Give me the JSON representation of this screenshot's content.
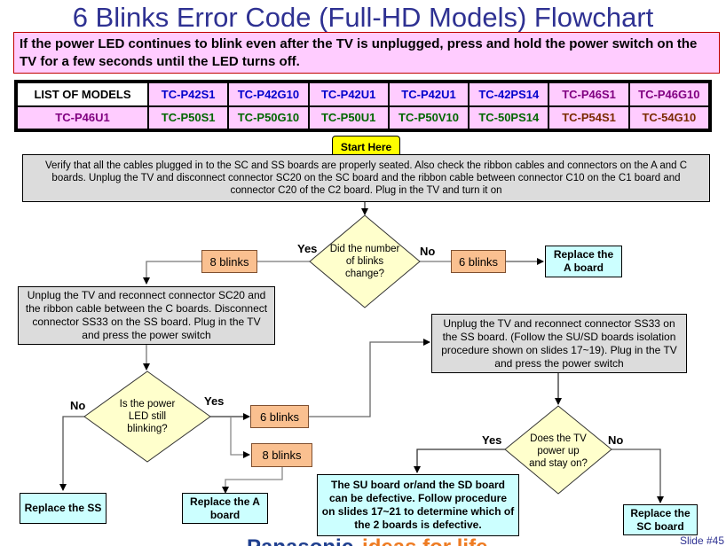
{
  "title": "6 Blinks Error Code (Full-HD Models) Flowchart",
  "note": "If the power LED continues to blink even after the TV is unplugged, press and hold the power switch on the TV for a few seconds until the LED turns off.",
  "models": {
    "header": "LIST OF MODELS",
    "row1": [
      "TC-P42S1",
      "TC-P42G10",
      "TC-P42U1",
      "TC-P42U1",
      "TC-42PS14",
      "TC-P46S1",
      "TC-P46G10"
    ],
    "row2": [
      "TC-P46U1",
      "TC-P50S1",
      "TC-P50G10",
      "TC-P50U1",
      "TC-P50V10",
      "TC-50PS14",
      "TC-P54S1",
      "TC-54G10"
    ]
  },
  "flow": {
    "start": "Start Here",
    "step1": "Verify that all the cables plugged in to the SC and SS boards are properly seated. Also check the ribbon cables and connectors on the A and C boards. Unplug the TV and disconnect connector SC20 on the SC board and the ribbon cable between connector C10 on the C1 board and connector C20 of the C2 board. Plug in the TV and turn it on",
    "decision1": "Did the number of blinks change?",
    "d1_yes": "Yes",
    "d1_no": "No",
    "d1_yes_result": "8 blinks",
    "d1_no_result": "6 blinks",
    "replace_a_1": "Replace the A board",
    "step2": "Unplug the TV and reconnect connector SC20 and the ribbon cable between the C boards. Disconnect connector SS33 on the SS board. Plug in the TV and press the power switch",
    "decision2": "Is the power LED still blinking?",
    "d2_yes": "Yes",
    "d2_no": "No",
    "d2_result_6": "6 blinks",
    "d2_result_8": "8 blinks",
    "replace_ss": "Replace the SS",
    "replace_a_2": "Replace the A board",
    "step3": "Unplug the TV and reconnect connector SS33 on the SS board. (Follow the SU/SD boards isolation procedure shown on slides 17~19). Plug in the TV and press the power switch",
    "decision3": "Does the TV power up and stay on?",
    "d3_yes": "Yes",
    "d3_no": "No",
    "su_sd_defective": "The SU board or/and the SD board can be defective. Follow procedure on slides 17~21 to determine which of the 2 boards is defective.",
    "replace_sc": "Replace the SC board"
  },
  "footer": {
    "brand": "Panasonic",
    "tagline": "ideas for life",
    "slide": "Slide #45"
  },
  "colors": {
    "title": "#2e3192",
    "note_bg": "#ffccff",
    "process_bg": "#dcdcdc",
    "decision_bg": "#ffffcc",
    "result_bg": "#fac090",
    "terminal_bg": "#ccffff",
    "start_bg": "#ffff00"
  }
}
